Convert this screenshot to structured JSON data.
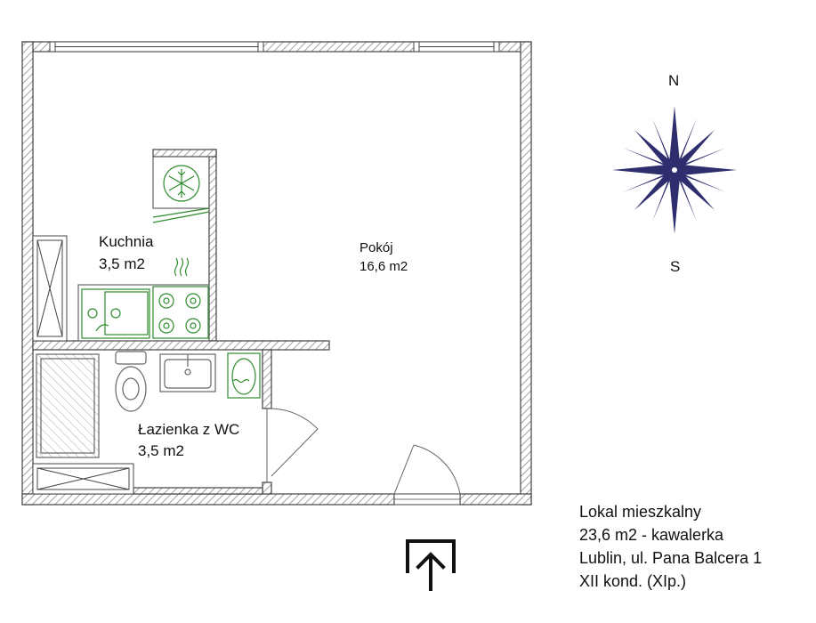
{
  "rooms": {
    "kitchen": {
      "name": "Kuchnia",
      "area": "3,5 m2"
    },
    "room": {
      "name": "Pokój",
      "area": "16,6 m2"
    },
    "bathroom": {
      "name": "Łazienka z WC",
      "area": "3,5 m2"
    }
  },
  "compass": {
    "north": "N",
    "south": "S",
    "color": "#2e2e6e"
  },
  "info": {
    "line1": "Lokal mieszkalny",
    "line2": "23,6 m2 - kawalerka",
    "line3": "Lublin, ul. Pana Balcera 1",
    "line4": "XII kond. (XIp.)"
  },
  "colors": {
    "wall": "#444444",
    "fixture": "#2e8b2e",
    "hatch": "#888888"
  },
  "entrance_icon": "entrance-arrow-icon"
}
